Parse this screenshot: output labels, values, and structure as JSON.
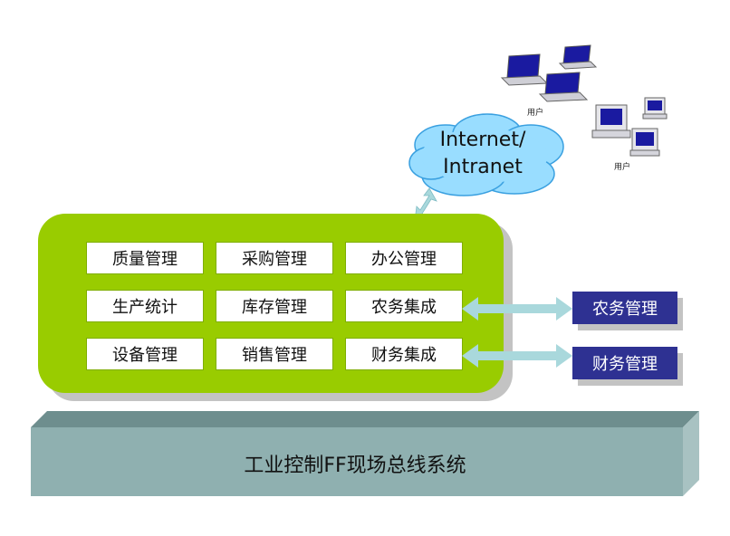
{
  "cloud": {
    "line1": "Internet/",
    "line2": "Intranet"
  },
  "users": {
    "label_top": "用户",
    "label_right": "用户"
  },
  "modules": [
    [
      "质量管理",
      "采购管理",
      "办公管理"
    ],
    [
      "生产统计",
      "库存管理",
      "农务集成"
    ],
    [
      "设备管理",
      "销售管理",
      "财务集成"
    ]
  ],
  "external": {
    "agri": "农务管理",
    "finance": "财务管理"
  },
  "base": {
    "label": "工业控制FF现场总线系统"
  },
  "colors": {
    "panel": "#99cc00",
    "navy": "#2e3192",
    "base": "#8fb0b0",
    "arrow": "#a9d8dc",
    "cloud": "#99ddff"
  }
}
